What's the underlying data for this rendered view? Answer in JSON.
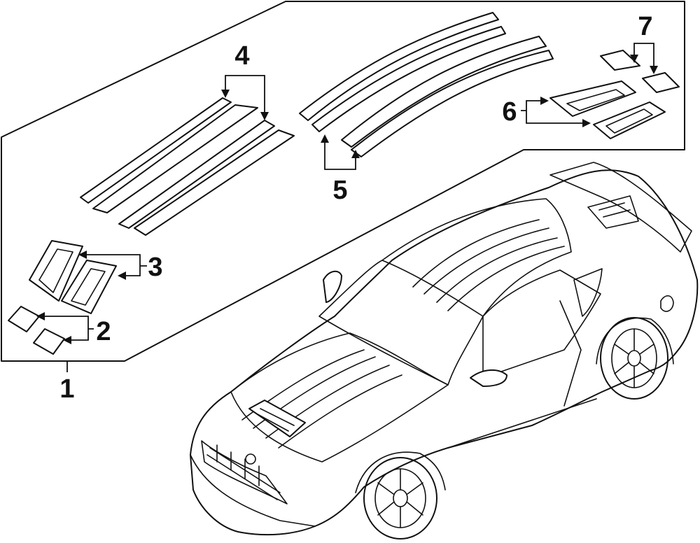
{
  "diagram": {
    "callouts": [
      {
        "id": "1",
        "label": "1"
      },
      {
        "id": "2",
        "label": "2"
      },
      {
        "id": "3",
        "label": "3"
      },
      {
        "id": "4",
        "label": "4"
      },
      {
        "id": "5",
        "label": "5"
      },
      {
        "id": "6",
        "label": "6"
      },
      {
        "id": "7",
        "label": "7"
      }
    ],
    "colors": {
      "line": "#111111",
      "background": "#ffffff"
    }
  }
}
